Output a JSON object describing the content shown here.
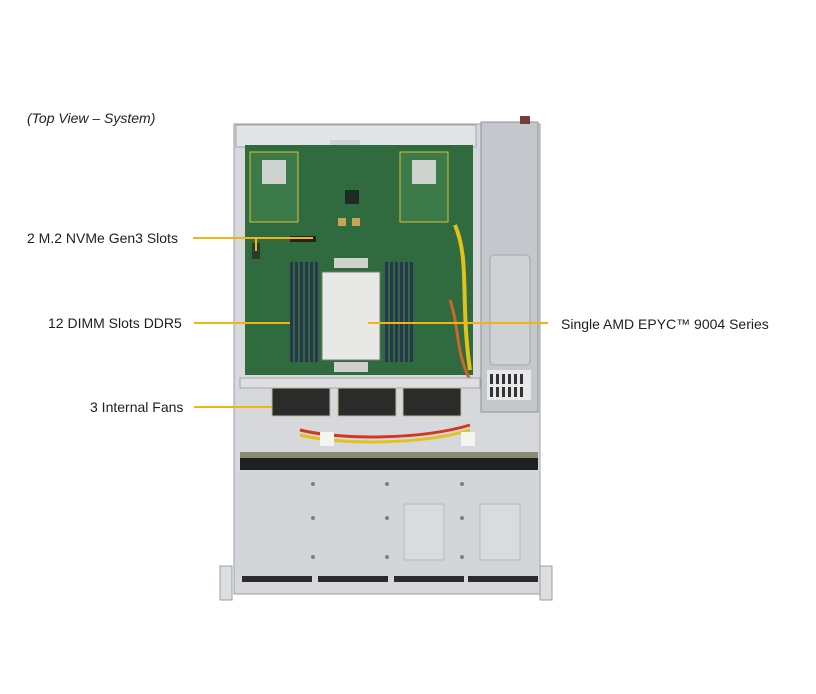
{
  "caption": "(Top View – System)",
  "callouts": {
    "m2": "2 M.2 NVMe Gen3 Slots",
    "dimm": "12 DIMM Slots DDR5",
    "fans": "3 Internal  Fans",
    "cpu": "Single AMD EPYC™ 9004 Series"
  },
  "colors": {
    "leader_line": "#f2b316",
    "chassis": "#c9ccd0",
    "pcb": "#2f6b3e",
    "psu": "#c4c7cb"
  }
}
